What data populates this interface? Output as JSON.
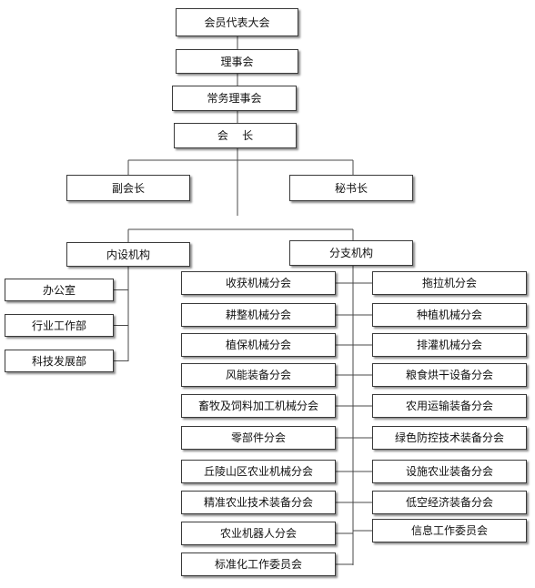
{
  "colors": {
    "line": "#4a4a4a",
    "border": "#3a3a3a"
  },
  "top_chain": {
    "assembly": "会员代表大会",
    "council": "理事会",
    "standing_council": "常务理事会",
    "president": "会    长"
  },
  "level2": {
    "vice_president": "副会长",
    "secretary_general": "秘书长"
  },
  "level3": {
    "internal": "内设机构",
    "branches": "分支机构"
  },
  "internal_units": [
    "办公室",
    "行业工作部",
    "科技发展部"
  ],
  "branch_left": [
    "收获机械分会",
    "耕整机械分会",
    "植保机械分会",
    "风能装备分会",
    "畜牧及饲料加工机械分会",
    "零部件分会",
    "丘陵山区农业机械分会",
    "精准农业技术装备分会",
    "农业机器人分会",
    "标准化工作委员会"
  ],
  "branch_right": [
    "拖拉机分会",
    "种植机械分会",
    "排灌机械分会",
    "粮食烘干设备分会",
    "农用运输装备分会",
    "绿色防控技术装备分会",
    "设施农业装备分会",
    "低空经济装备分会",
    "信息工作委员会"
  ]
}
